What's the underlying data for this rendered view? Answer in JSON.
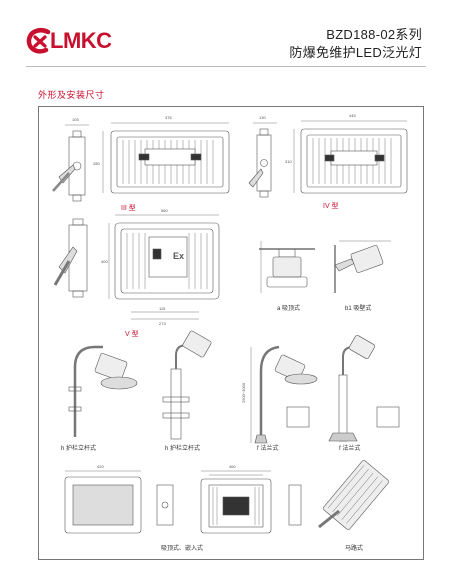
{
  "header": {
    "logo_text": "LMKC",
    "title_line1": "BZD188-02系列",
    "title_line2": "防爆免维护LED泛光灯"
  },
  "section": {
    "title": "外形及安装尺寸"
  },
  "figures": {
    "type_iii": "III 型",
    "type_iv": "IV 型",
    "type_v": "V 型",
    "label_ceiling": "a 吸顶式",
    "label_ceiling_b": "b1 吸壁式",
    "label_pole_h": "h 护栏立杆式",
    "label_pole_h2": "h 护栏立杆式",
    "label_flange_f": "f 法兰式",
    "label_flange_f2": "f 法兰式",
    "label_recessed": "吸顶式、嵌入式",
    "label_roadway": "马路式"
  },
  "dimensions": {
    "d_105": "105",
    "d_376": "376",
    "d_280": "280",
    "d_130": "130",
    "d_445": "445",
    "d_310": "310",
    "d_560": "560",
    "d_400": "400",
    "d_115": "115",
    "d_273": "273",
    "d_2500": "2500~3000",
    "d_460": "460",
    "d_420": "420"
  },
  "colors": {
    "brand_red": "#c8102e",
    "line": "#555555"
  }
}
